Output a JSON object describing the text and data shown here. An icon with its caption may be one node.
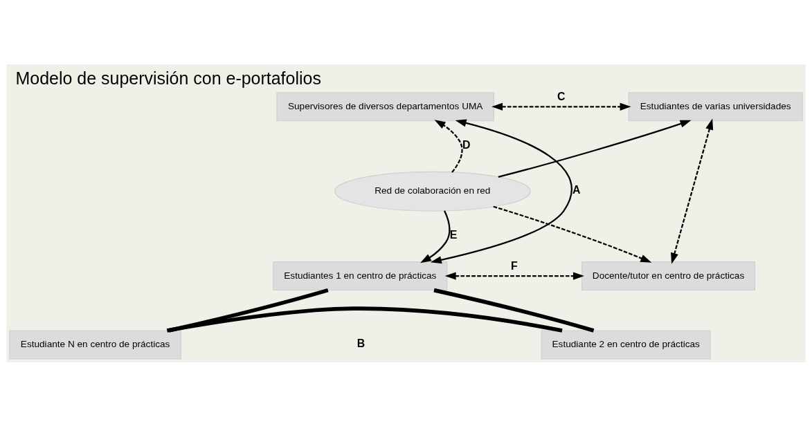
{
  "diagram": {
    "title": "Modelo de supervisión con e-portafolios",
    "nodes": [
      {
        "text": [
          "Supervisores de diversos departamentos UMA"
        ]
      },
      {
        "text": [
          "Estudiantes de varias universidades"
        ]
      },
      {
        "text": [
          "Red de colaboración en red"
        ]
      },
      {
        "text": [
          "Estudiantes 1 en centro de prácticas"
        ]
      },
      {
        "text": [
          "Docente/tutor en centro de prácticas"
        ]
      },
      {
        "text": [
          "Estudiante N en centro de prácticas"
        ]
      },
      {
        "text": [
          "Estudiante 2 en centro de prácticas"
        ]
      }
    ],
    "edges": [
      {
        "from": 0,
        "to": 1,
        "arrow": "both",
        "style": "dashed",
        "label": "C"
      },
      {
        "from": 0,
        "to": 3,
        "arrow": "both",
        "label": "A"
      },
      {
        "from": 2,
        "to": 0,
        "arrow": "to",
        "style": "dashed",
        "label": "D"
      },
      {
        "from": 2,
        "to": 1,
        "arrow": "to"
      },
      {
        "from": 2,
        "to": 3,
        "arrow": "to",
        "label": "E"
      },
      {
        "from": 2,
        "to": 4,
        "arrow": "to",
        "style": "dashed"
      },
      {
        "from": 1,
        "to": 4,
        "arrow": "both",
        "style": "dashed"
      },
      {
        "from": 3,
        "to": 4,
        "arrow": "both",
        "style": "dashed",
        "label": "F"
      },
      {
        "from": 3,
        "to": 5,
        "arrow": "none",
        "style": "thick"
      },
      {
        "from": 5,
        "to": 6,
        "arrow": "none",
        "style": "thick"
      },
      {
        "from": 6,
        "to": 3,
        "arrow": "none",
        "style": "thick"
      }
    ],
    "labels": [
      "B"
    ]
  }
}
